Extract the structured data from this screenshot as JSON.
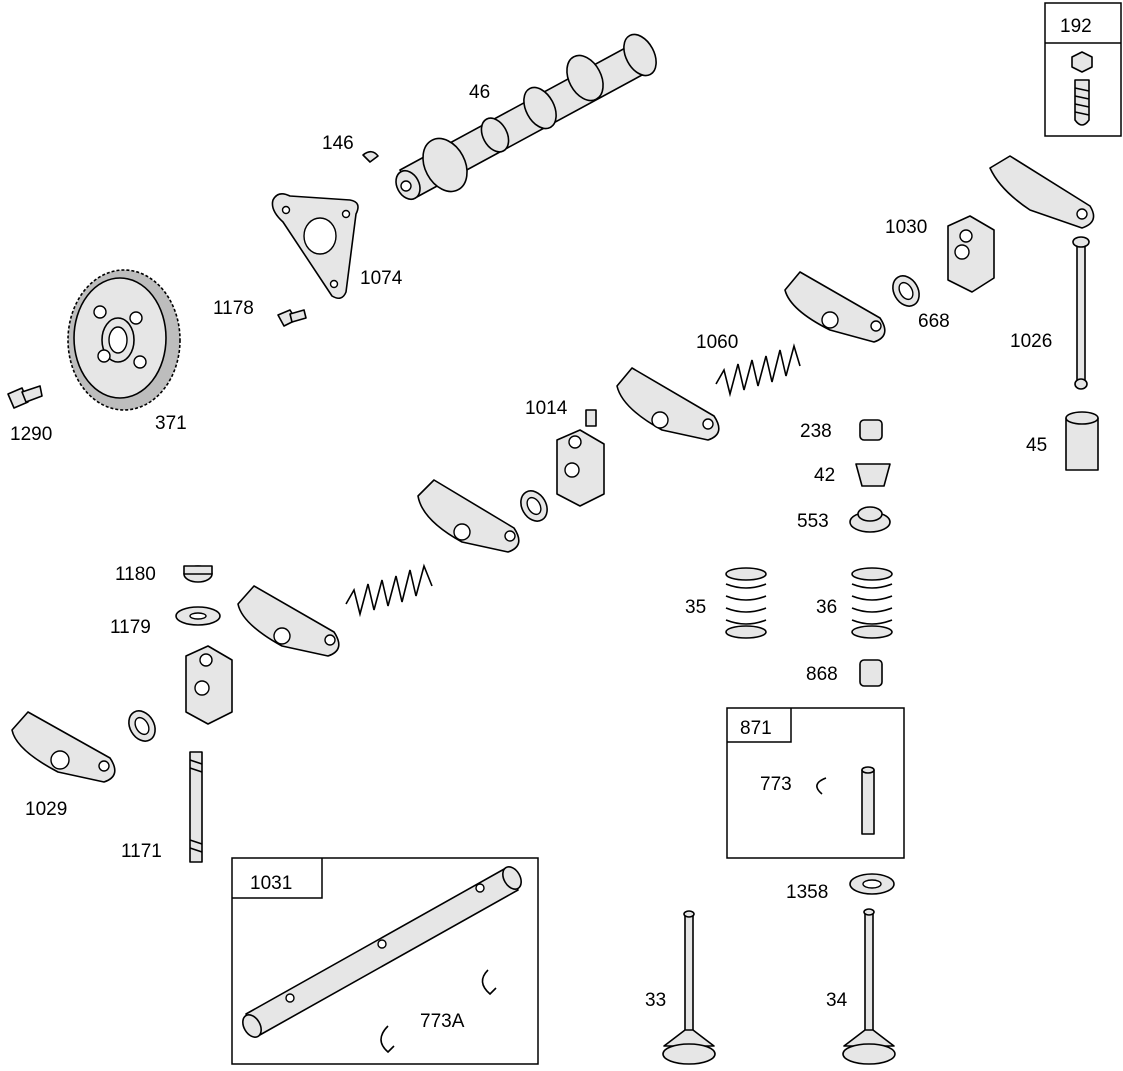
{
  "labels": {
    "p46": "46",
    "p146": "146",
    "p1074": "1074",
    "p1178": "1178",
    "p371": "371",
    "p1290": "1290",
    "p1030": "1030",
    "p668": "668",
    "p1026": "1026",
    "p1060": "1060",
    "p1014": "1014",
    "p238": "238",
    "p45": "45",
    "p42": "42",
    "p553": "553",
    "p1180": "1180",
    "p1179": "1179",
    "p35": "35",
    "p36": "36",
    "p868": "868",
    "p871": "871",
    "p773": "773",
    "p1029": "1029",
    "p1171": "1171",
    "p1031": "1031",
    "p773A": "773A",
    "p1358": "1358",
    "p33": "33",
    "p34": "34",
    "p192": "192"
  }
}
